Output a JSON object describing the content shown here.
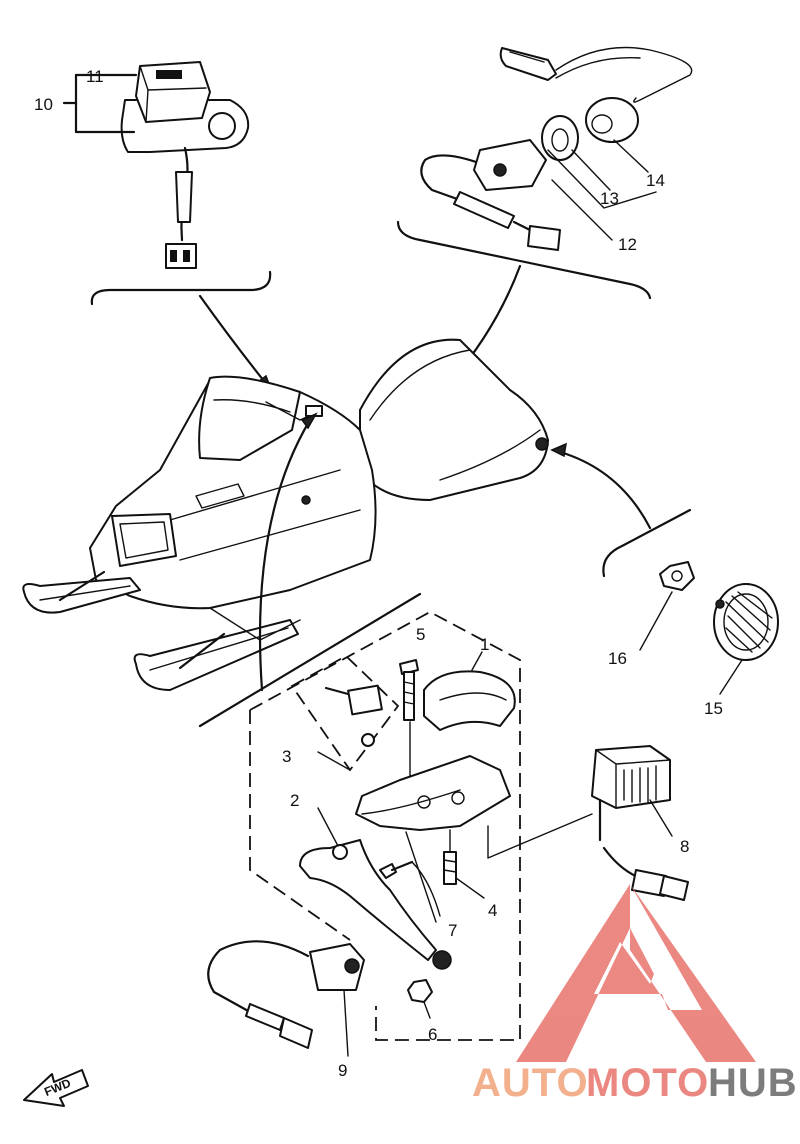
{
  "callouts": {
    "c1": "1",
    "c2": "2",
    "c3": "3",
    "c4": "4",
    "c5": "5",
    "c6": "6",
    "c7": "7",
    "c8": "8",
    "c9": "9",
    "c10": "10",
    "c11": "11",
    "c12": "12",
    "c13": "13",
    "c14": "14",
    "c15": "15",
    "c16": "16"
  },
  "fwd_label": "FWD",
  "watermark": {
    "auto": "AUTO",
    "moto": "MOTO",
    "hub": "HUB",
    "color_primary": "#e8736c",
    "color_light": "#f0a37a",
    "color_gray": "#666666"
  }
}
